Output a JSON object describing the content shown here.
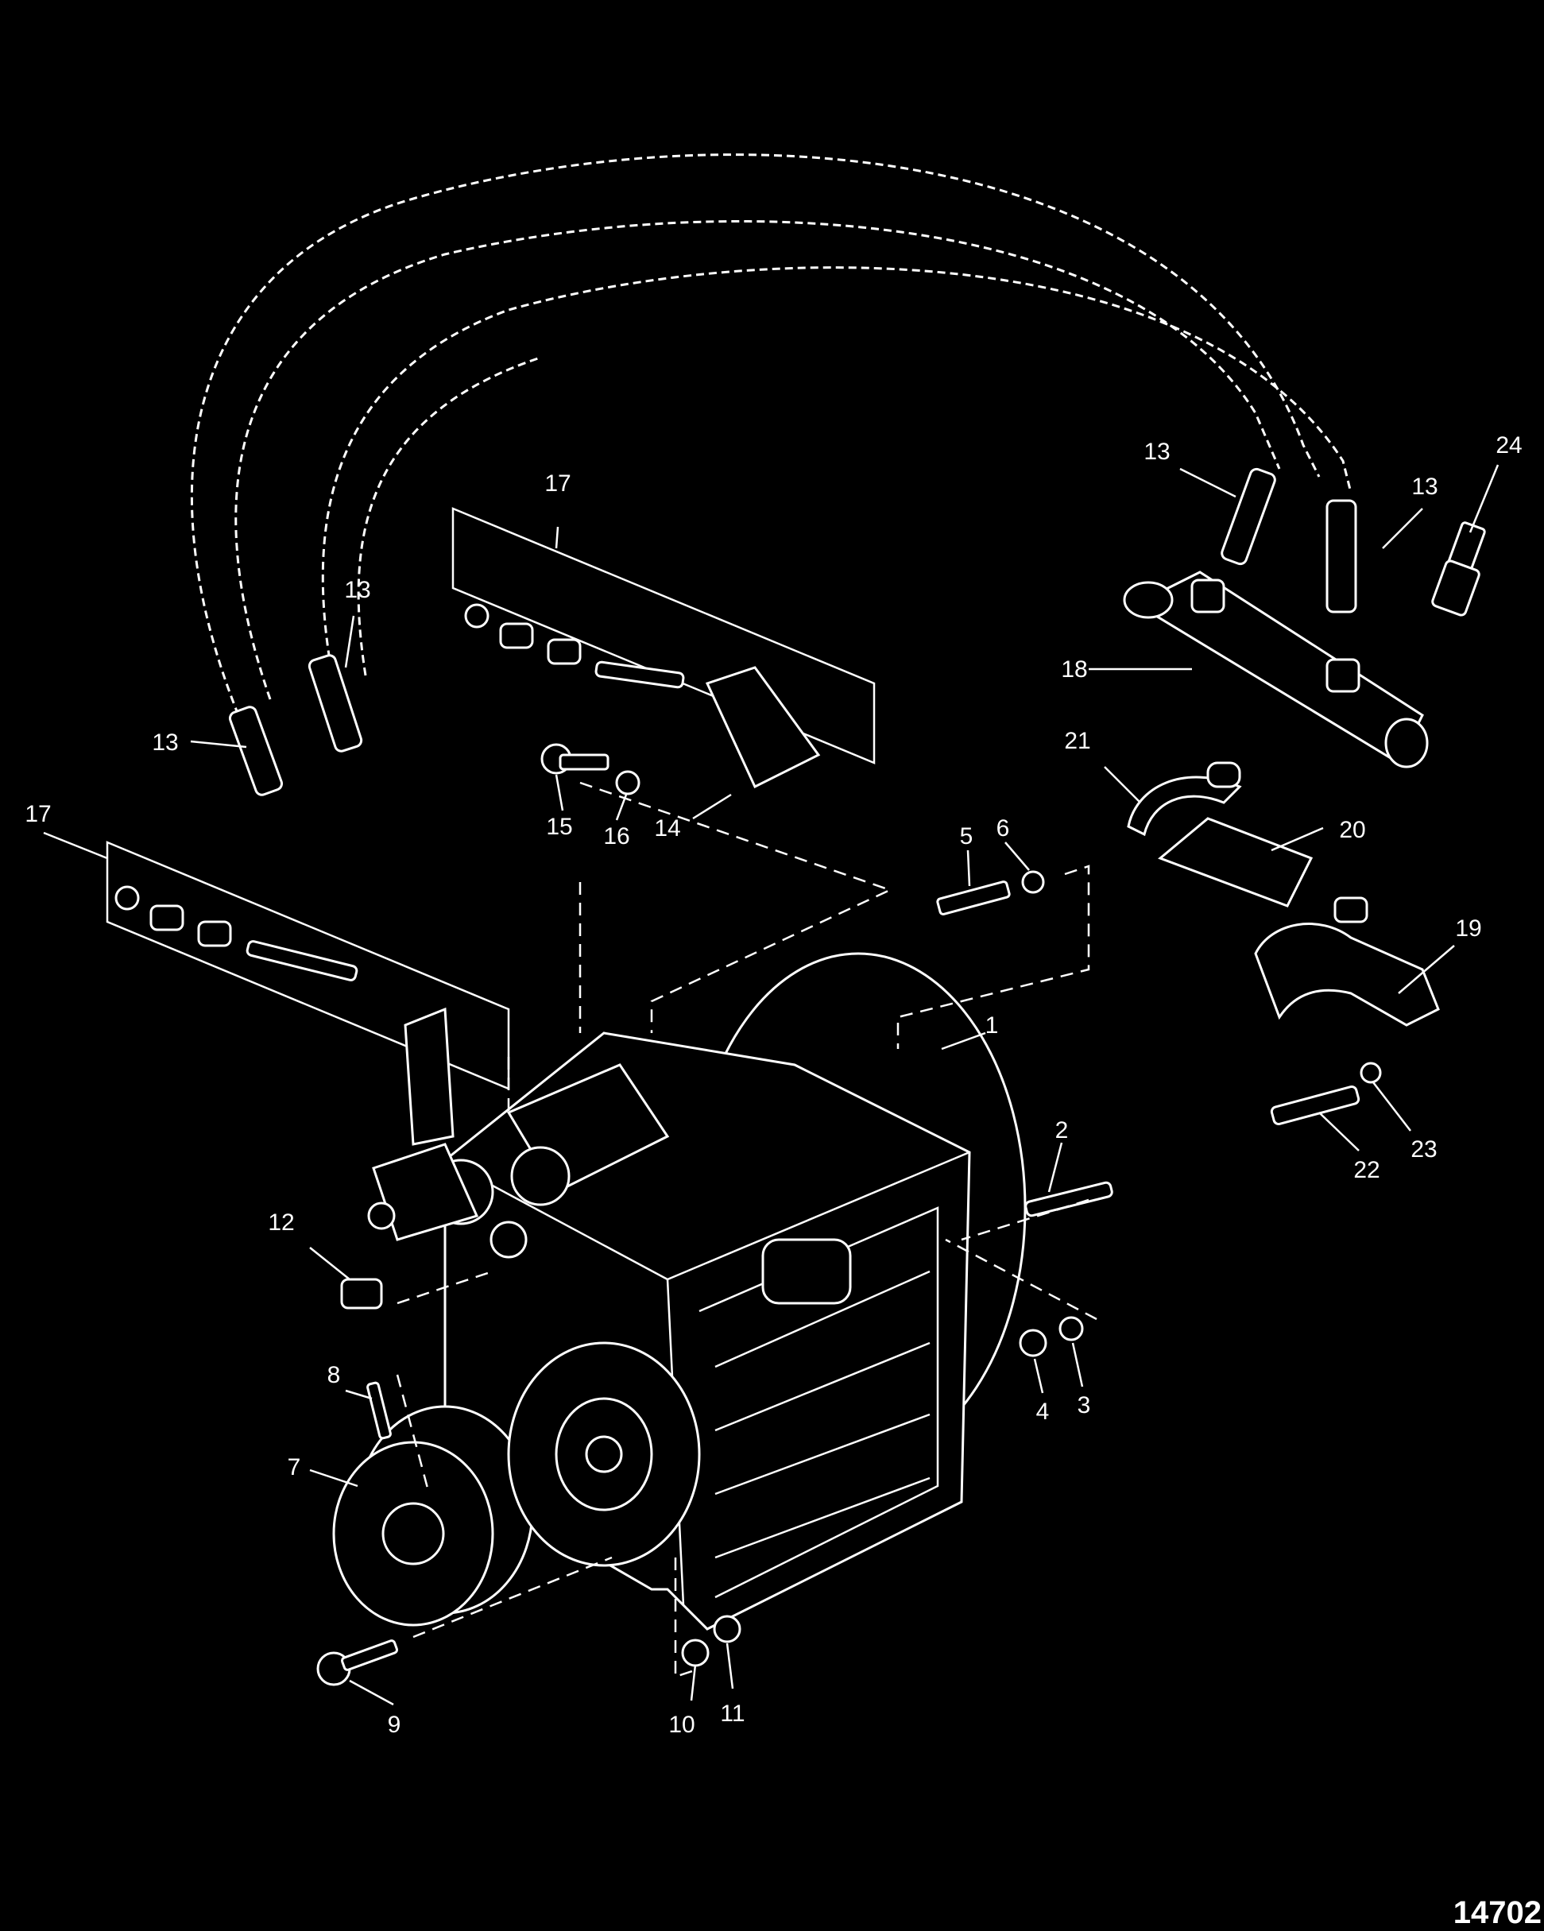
{
  "figure_id": "14702",
  "callouts": [
    {
      "label": "1"
    },
    {
      "label": "2"
    },
    {
      "label": "3"
    },
    {
      "label": "4"
    },
    {
      "label": "5"
    },
    {
      "label": "6"
    },
    {
      "label": "7"
    },
    {
      "label": "8"
    },
    {
      "label": "9"
    },
    {
      "label": "10"
    },
    {
      "label": "11"
    },
    {
      "label": "12"
    },
    {
      "label": "13"
    },
    {
      "label": "13"
    },
    {
      "label": "13"
    },
    {
      "label": "13"
    },
    {
      "label": "14"
    },
    {
      "label": "15"
    },
    {
      "label": "16"
    },
    {
      "label": "17"
    },
    {
      "label": "17"
    },
    {
      "label": "18"
    },
    {
      "label": "19"
    },
    {
      "label": "20"
    },
    {
      "label": "21"
    },
    {
      "label": "22"
    },
    {
      "label": "23"
    },
    {
      "label": "24"
    }
  ]
}
